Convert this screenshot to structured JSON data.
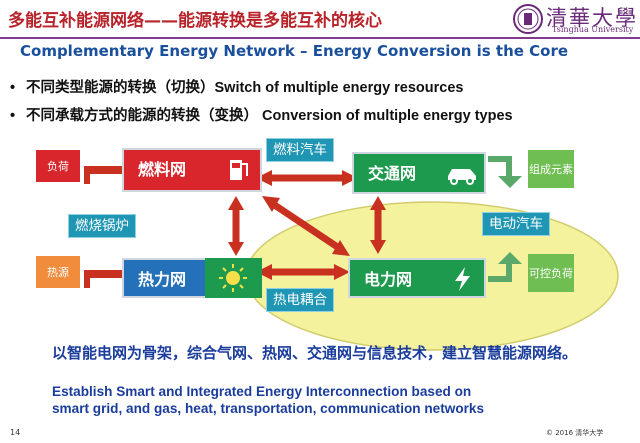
{
  "header": {
    "title": "多能互补能源网络——能源转换是多能互补的核心",
    "logo_text": "清華大學",
    "logo_subtext": "Tsinghua University"
  },
  "subtitle": "Complementary Energy Network – Energy Conversion is the Core",
  "bullets": [
    "不同类型能源的转换（切换）Switch of multiple energy resources",
    "不同承载方式的能源的转换（变换） Conversion of multiple energy types"
  ],
  "diagram": {
    "nodes": {
      "fuel": {
        "label": "燃料网",
        "icon": "fuel-pump-icon"
      },
      "transport": {
        "label": "交通网",
        "icon": "car-icon"
      },
      "heat": {
        "label": "热力网",
        "icon": "sun-icon"
      },
      "power": {
        "label": "电力网",
        "icon": "lightning-icon"
      }
    },
    "side_boxes": {
      "load": "负荷",
      "heat_source": "热源",
      "composition": "组成元素",
      "controllable_load": "可控负荷"
    },
    "connector_labels": {
      "fuel_car": "燃料汽车",
      "gas_boiler": "燃烧锅炉",
      "electric_car": "电动汽车",
      "chp": "热电耦合"
    },
    "colors": {
      "red_node": "#d8262c",
      "green_node": "#1e9a4e",
      "blue_node": "#2470b9",
      "teal_label": "#1f96b3",
      "arrow": "#c8301f",
      "highlight_ellipse": "#f3ef8a"
    }
  },
  "summary": {
    "chinese": "以智能电网为骨架，综合气网、热网、交通网与信息技术，建立智慧能源网络。",
    "english_line1": "Establish Smart and Integrated Energy Interconnection based on",
    "english_line2": "smart grid, and gas, heat, transportation, communication networks"
  },
  "footer": {
    "page": "14",
    "copyright": "© 2016 清华大学"
  }
}
